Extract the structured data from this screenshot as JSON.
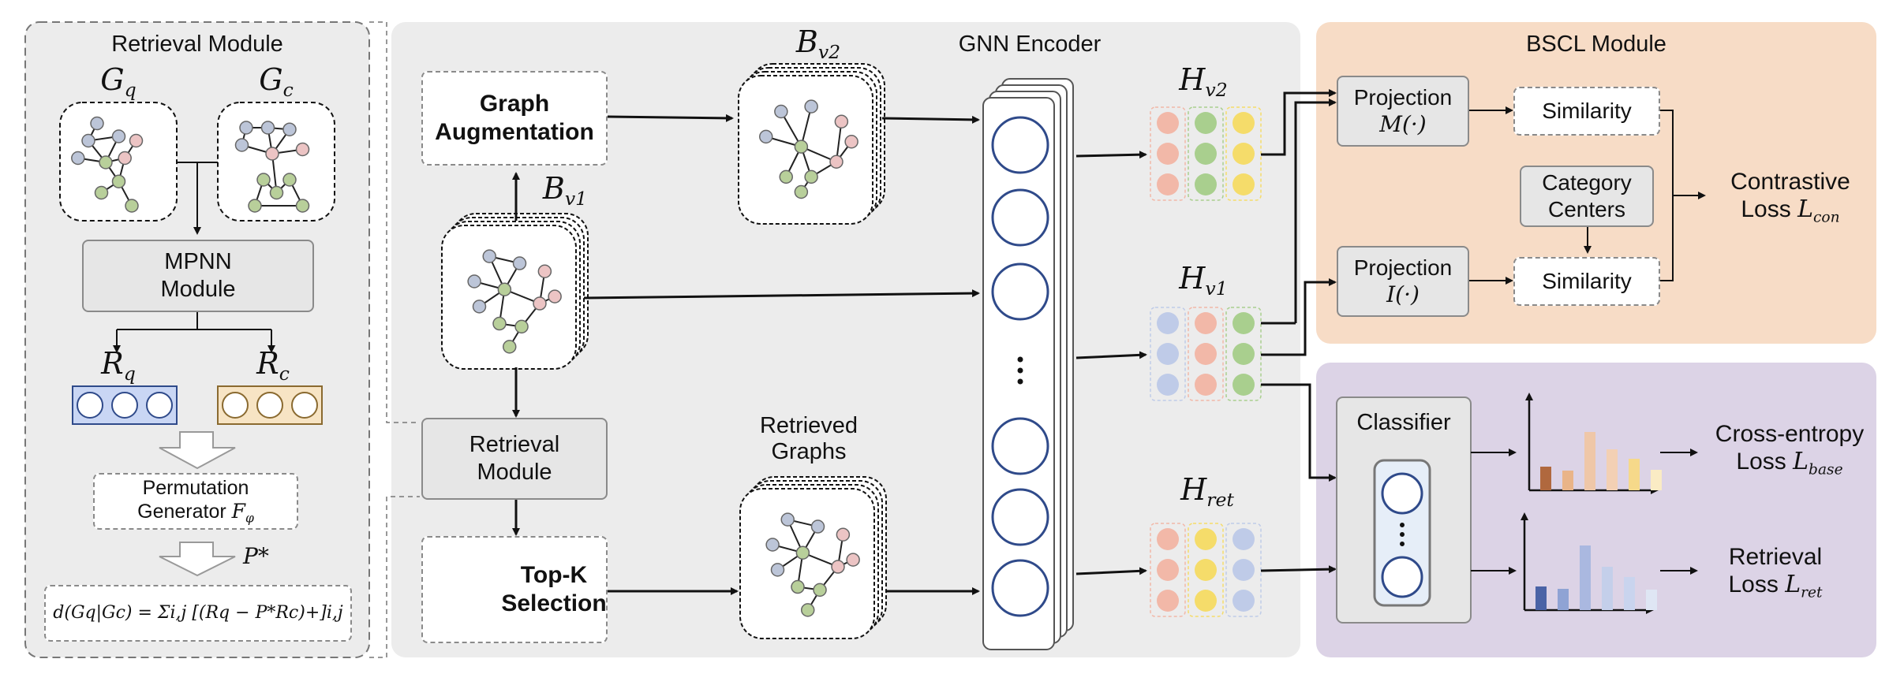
{
  "retrieval_panel": {
    "title": "Retrieval Module",
    "gq": {
      "base": "G",
      "sub": "q"
    },
    "gc": {
      "base": "G",
      "sub": "c"
    },
    "mpnn": [
      "MPNN",
      "Module"
    ],
    "rq": {
      "base": "R",
      "sub": "q"
    },
    "rc": {
      "base": "R",
      "sub": "c"
    },
    "perm_line1": "Permutation",
    "perm_line2": "Generator",
    "perm_symbol": {
      "base": "F",
      "sub": "φ"
    },
    "pstar": "P*",
    "formula": "d(Gq|Gc) = Σi,j [(Rq − P*Rc)+]i,j"
  },
  "main_panel": {
    "graph_aug": [
      "Graph",
      "Augmentation"
    ],
    "bv1": {
      "base": "B",
      "sub": "v1"
    },
    "bv2": {
      "base": "B",
      "sub": "v2"
    },
    "retrieval_module": [
      "Retrieval",
      "Module"
    ],
    "topk": [
      "Top-K",
      "Selection"
    ],
    "retrieved_graphs": [
      "Retrieved",
      "Graphs"
    ],
    "gnn_encoder": "GNN Encoder",
    "hv2": {
      "base": "H",
      "sub": "v2"
    },
    "hv1": {
      "base": "H",
      "sub": "v1"
    },
    "hret": {
      "base": "H",
      "sub": "ret"
    }
  },
  "bscl_panel": {
    "title": "BSCL Module",
    "proj_m": [
      "Projection",
      "M(·)"
    ],
    "proj_i": [
      "Projection",
      "I(·)"
    ],
    "similarity": "Similarity",
    "category_centers": [
      "Category",
      "Centers"
    ],
    "contrastive": [
      "Contrastive",
      "Loss"
    ],
    "contrastive_sym": {
      "base": "L",
      "sub": "con"
    }
  },
  "classifier_panel": {
    "classifier": "Classifier",
    "cross_entropy": [
      "Cross-entropy",
      "Loss"
    ],
    "ce_sym": {
      "base": "L",
      "sub": "base"
    },
    "retrieval_loss": [
      "Retrieval",
      "Loss"
    ],
    "ret_sym": {
      "base": "L",
      "sub": "ret"
    }
  },
  "colors": {
    "panel_gray": "#ececec",
    "bscl_bg": "#f7dcc6",
    "classifier_bg": "#dcd3e6",
    "node_blue": "#bcc5d8",
    "node_pink": "#ecc4c4",
    "node_green": "#b8cf9a",
    "emb_salmon": "#f2b8a8",
    "emb_green": "#a9cf8e",
    "emb_yellow": "#f5dc6a",
    "emb_blue": "#bfcbe8",
    "circle_stroke": "#2f4a8a"
  },
  "chart_ce": [
    0.3,
    0.25,
    0.74,
    0.52,
    0.4,
    0.26
  ],
  "chart_ret": [
    0.3,
    0.27,
    0.82,
    0.55,
    0.42,
    0.26
  ]
}
